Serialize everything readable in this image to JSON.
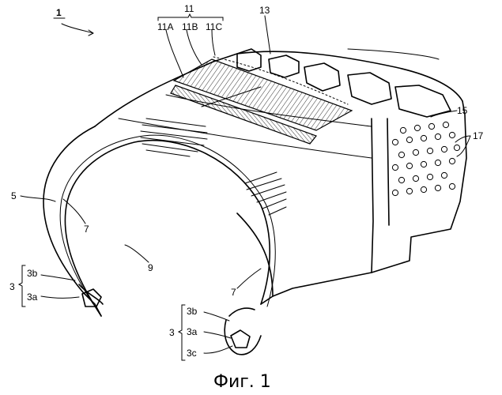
{
  "figure": {
    "caption": "Фиг. 1",
    "labels": {
      "ref_main": "1",
      "belt": "11",
      "belt_a": "11A",
      "belt_b": "11B",
      "belt_c": "11C",
      "cord": "13",
      "tread_surface": "15",
      "dimples": "17",
      "sidewall": "5",
      "rim_left": "7",
      "rim_right": "7",
      "inner": "9",
      "bead_left": "3",
      "bead_left_b": "3b",
      "bead_left_a": "3a",
      "bead_right": "3",
      "bead_right_b": "3b",
      "bead_right_a": "3a",
      "bead_right_c": "3c"
    }
  }
}
